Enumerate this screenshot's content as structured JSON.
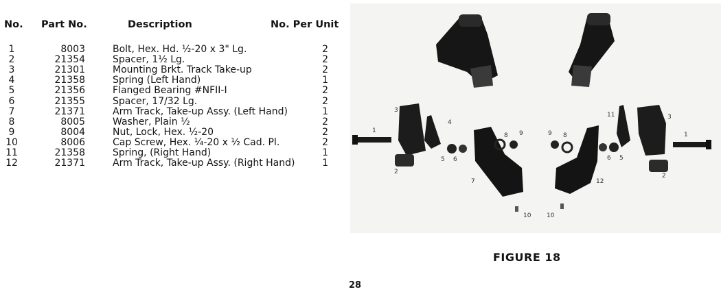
{
  "table": {
    "headers": {
      "no": "No.",
      "part": "Part No.",
      "desc": "Description",
      "qty": "No. Per Unit"
    },
    "rows": [
      {
        "no": "1",
        "part": "8003",
        "desc": "Bolt, Hex. Hd. ½-20 x 3\" Lg.",
        "qty": "2"
      },
      {
        "no": "2",
        "part": "21354",
        "desc": "Spacer, 1½ Lg.",
        "qty": "2"
      },
      {
        "no": "3",
        "part": "21301",
        "desc": "Mounting Brkt. Track Take-up",
        "qty": "2"
      },
      {
        "no": "4",
        "part": "21358",
        "desc": "Spring (Left Hand)",
        "qty": "1"
      },
      {
        "no": "5",
        "part": "21356",
        "desc": "Flanged Bearing #NFII-I",
        "qty": "2"
      },
      {
        "no": "6",
        "part": "21355",
        "desc": "Spacer, 17/32 Lg.",
        "qty": "2"
      },
      {
        "no": "7",
        "part": "21371",
        "desc": "Arm Track, Take-up Assy. (Left Hand)",
        "qty": "1"
      },
      {
        "no": "8",
        "part": "8005",
        "desc": "Washer, Plain ½",
        "qty": "2"
      },
      {
        "no": "9",
        "part": "8004",
        "desc": "Nut, Lock, Hex. ½-20",
        "qty": "2"
      },
      {
        "no": "10",
        "part": "8006",
        "desc": "Cap Screw, Hex. ¼-20 x ½ Cad. Pl.",
        "qty": "2"
      },
      {
        "no": "11",
        "part": "21358",
        "desc": "Spring, (Right Hand)",
        "qty": "1"
      },
      {
        "no": "12",
        "part": "21371",
        "desc": "Arm Track, Take-up Assy. (Right Hand)",
        "qty": "1"
      }
    ]
  },
  "figure": {
    "caption": "FIGURE 18",
    "callouts": [
      "1",
      "2",
      "3",
      "4",
      "5",
      "6",
      "7",
      "8",
      "9",
      "10",
      "11",
      "12"
    ]
  },
  "page_number": "28"
}
